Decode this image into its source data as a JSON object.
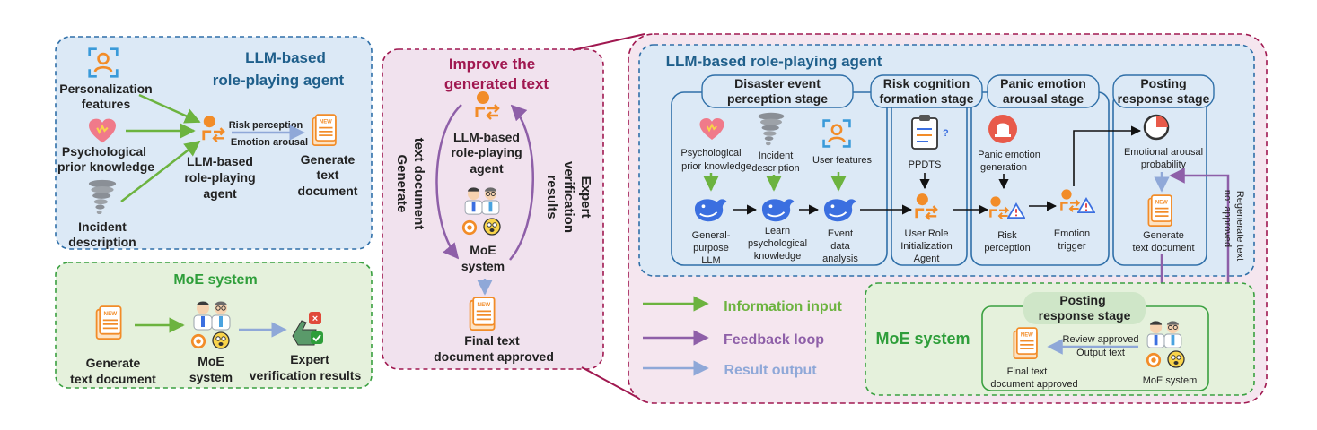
{
  "left_top": {
    "title_line1": "LLM-based",
    "title_line2": "role-playing agent",
    "personalization_line1": "Personalization",
    "personalization_line2": "features",
    "psychological_line1": "Psychological",
    "psychological_line2": "prior knowledge",
    "incident_line1": "Incident",
    "incident_line2": "description",
    "agent_line1": "LLM-based",
    "agent_line2": "role-playing",
    "agent_line3": "agent",
    "risk_perception": "Risk perception",
    "emotion_arousal": "Emotion arousal",
    "generate_line1": "Generate",
    "generate_line2": "text",
    "generate_line3": "document"
  },
  "left_bottom": {
    "title": "MoE system",
    "generate_line1": "Generate",
    "generate_line2": "text document",
    "moe_line1": "MoE",
    "moe_line2": "system",
    "expert_line1": "Expert",
    "expert_line2": "verification results"
  },
  "middle": {
    "title_line1": "Improve the",
    "title_line2": "generated text",
    "agent_line1": "LLM-based",
    "agent_line2": "role-playing",
    "agent_line3": "agent",
    "generate_line1": "Generate",
    "generate_line2": "text document",
    "expert_line1": "Expert",
    "expert_line2": "verification",
    "expert_line3": "results",
    "moe_line1": "MoE",
    "moe_line2": "system",
    "final_line1": "Final text",
    "final_line2": "document approved"
  },
  "right": {
    "agent_title": "LLM-based role-playing agent",
    "stage1_line1": "Disaster event",
    "stage1_line2": "perception stage",
    "stage2_line1": "Risk cognition",
    "stage2_line2": "formation stage",
    "stage3_line1": "Panic emotion",
    "stage3_line2": "arousal stage",
    "stage4_line1": "Posting",
    "stage4_line2": "response stage",
    "psych_line1": "Psychological",
    "psych_line2": "prior knowledge",
    "incident_line1": "Incident",
    "incident_line2": "description",
    "user_features": "User  features",
    "general_line1": "General-",
    "general_line2": "purpose",
    "general_line3": "LLM",
    "learn_line1": "Learn",
    "learn_line2": "psychological",
    "learn_line3": "knowledge",
    "event_line1": "Event",
    "event_line2": "data",
    "event_line3": "analysis",
    "ppdts": "PPDTS",
    "user_role_line1": "User Role",
    "user_role_line2": "Initialization",
    "user_role_line3": "Agent",
    "panic_line1": "Panic emotion",
    "panic_line2": "generation",
    "risk_line1": "Risk",
    "risk_line2": "perception",
    "emotion_line1": "Emotion",
    "emotion_line2": "trigger",
    "arousal_line1": "Emotional arousal",
    "arousal_line2": "probability",
    "gen_line1": "Generate",
    "gen_line2": "text document",
    "regen_line1": "Regenerate text",
    "regen_line2": "not approved",
    "legend_info": "Information input",
    "legend_feedback": "Feedback loop",
    "legend_result": "Result output",
    "moe_title": "MoE system",
    "posting_line1": "Posting",
    "posting_line2": "response stage",
    "review_line1": "Review approved",
    "review_line2": "Output text",
    "final_line1": "Final text",
    "final_line2": "document approved",
    "moe_system": "MoE system"
  },
  "colors": {
    "blue_title": "#1f5f8b",
    "green_title": "#2e9e3a",
    "maroon": "#a01850",
    "info_arrow": "#6cb33f",
    "feedback_arrow": "#8e5fa8",
    "result_arrow": "#8fa8d8",
    "icon_orange": "#f28c28",
    "deepseek_blue": "#3b6fe0"
  }
}
